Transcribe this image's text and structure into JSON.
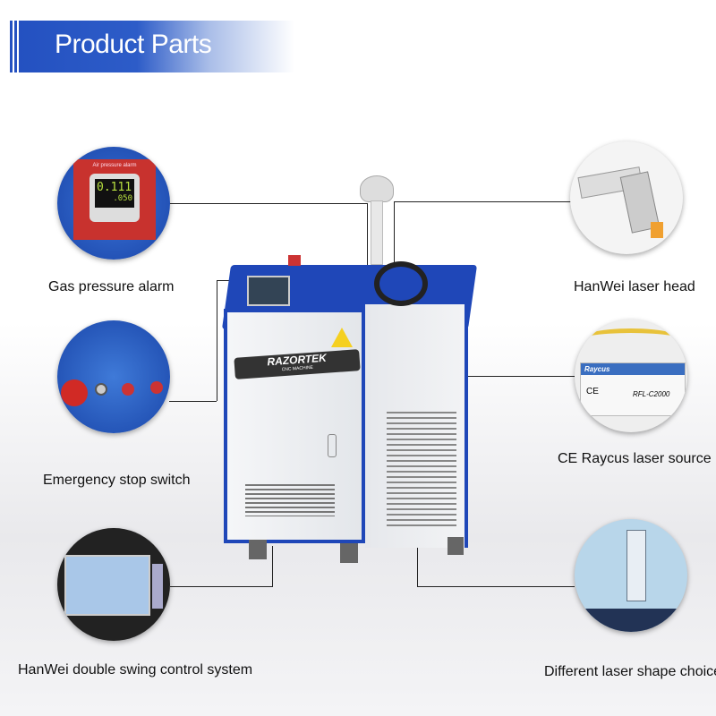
{
  "header": {
    "title": "Product Parts"
  },
  "parts": [
    {
      "label": "Gas pressure alarm",
      "panel_text": "Air pressure alarm",
      "display_top": "0.111",
      "display_bottom": ".050"
    },
    {
      "label": "Emergency stop switch"
    },
    {
      "label": "HanWei double swing control system"
    },
    {
      "label": "HanWei laser head"
    },
    {
      "label": "CE Raycus laser source",
      "brand": "Raycus",
      "model": "RFL-C2000",
      "mark": "CE"
    },
    {
      "label": "Different laser shape choice"
    }
  ],
  "machine": {
    "brand": "RAZORTEK",
    "sub": "CNC MACHINE"
  },
  "colors": {
    "accent": "#2350c0",
    "machine_blue": "#1f47b8"
  }
}
